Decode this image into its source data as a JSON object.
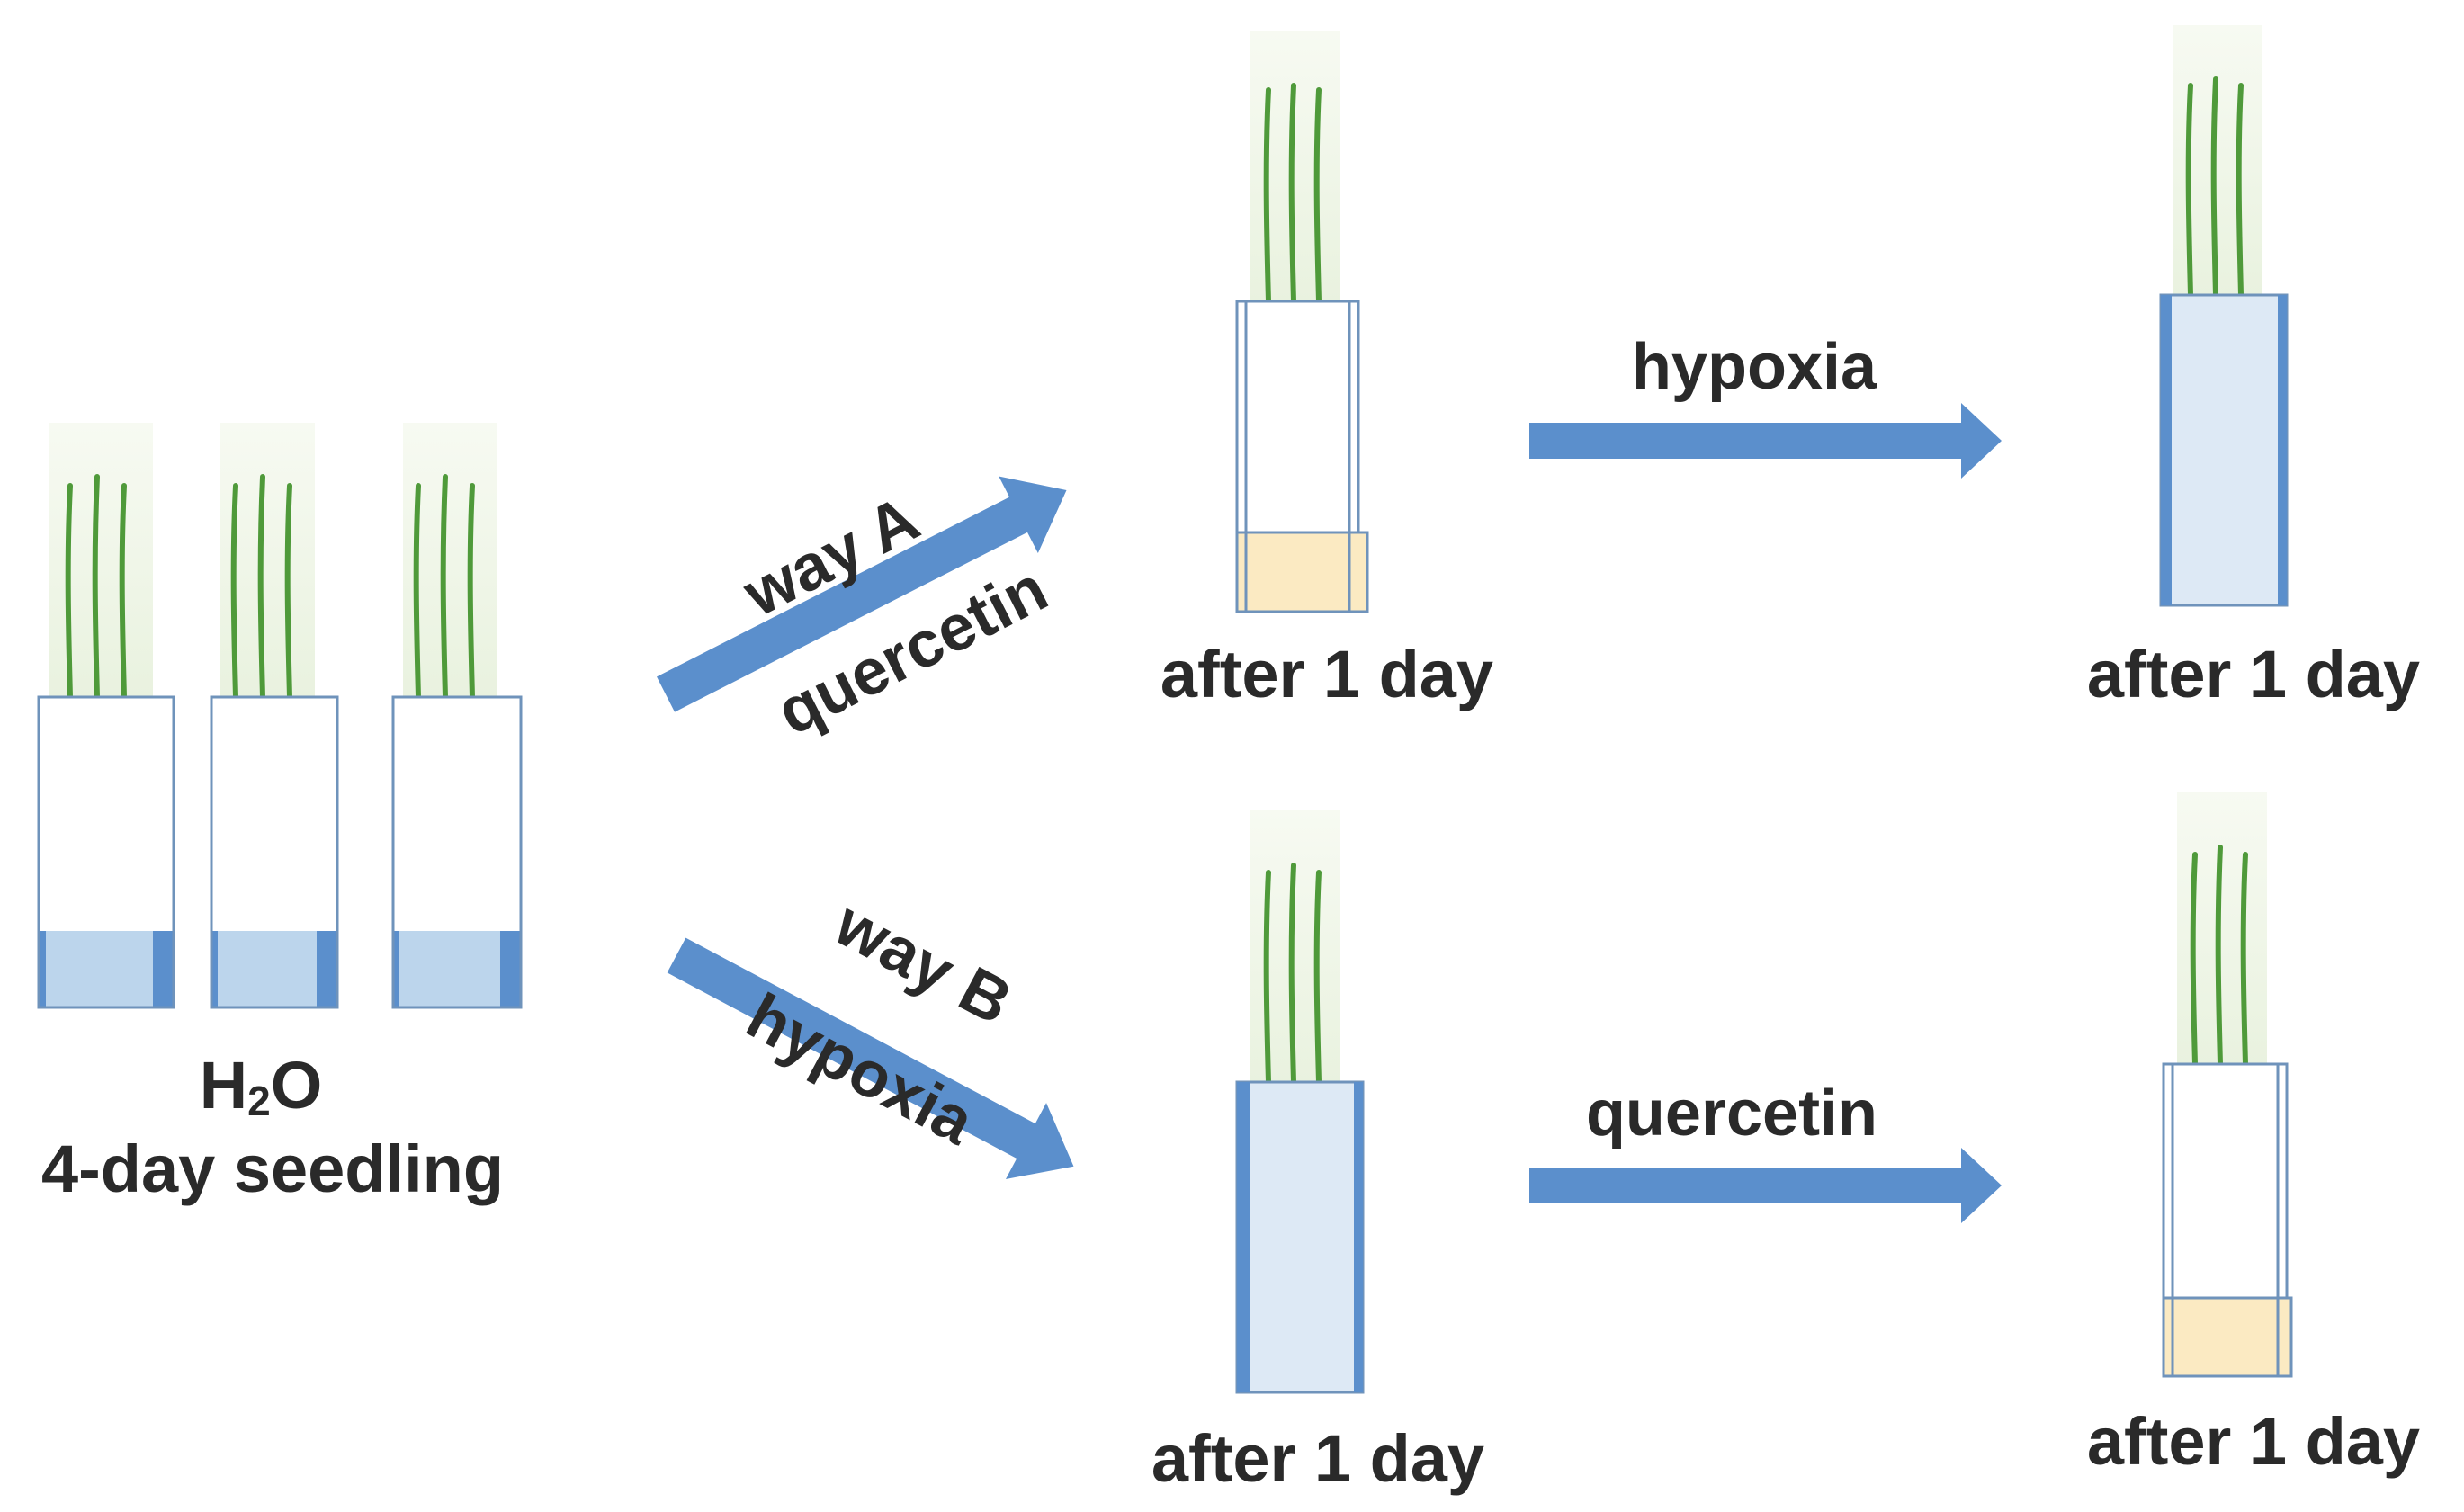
{
  "start": {
    "formula_main": "H",
    "formula_sub": "2",
    "formula_end": "O",
    "caption": "4-day seedling"
  },
  "way_a": {
    "label": "way A",
    "treatment": "quercetin",
    "step1_caption": "after 1 day",
    "step2_treatment": "hypoxia",
    "step2_caption": "after 1 day"
  },
  "way_b": {
    "label": "way B",
    "treatment": "hypoxia",
    "step1_caption": "after 1 day",
    "step2_treatment": "quercetin",
    "step2_caption": "after 1 day"
  },
  "colors": {
    "arrow": "#5b8fcc",
    "water": "#bcd5ec",
    "water_edge": "#5b8fcc",
    "hypoxia_fill": "#dde9f5",
    "quercetin_fill": "#fbeac2",
    "tube_outline": "#6f93bb",
    "leaf": "#4f9a3a",
    "leaf_glow": "#eef5e6"
  }
}
